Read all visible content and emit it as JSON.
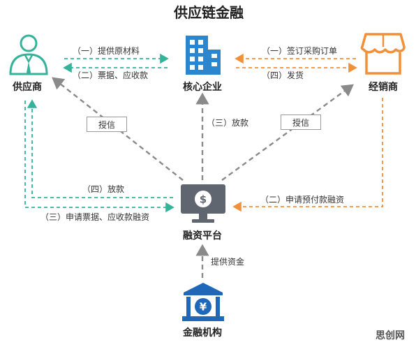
{
  "title": "供应链金融",
  "nodes": {
    "supplier": "供应商",
    "core": "核心企业",
    "distributor": "经销商",
    "platform": "融资平台",
    "bank": "金融机构"
  },
  "flows": {
    "supplier_to_core": "（一）提供原材料",
    "core_to_supplier": "（二）票据、应收款",
    "core_to_distributor_order": "（一）签订采购订单",
    "core_to_distributor_ship": "（四）发货",
    "platform_loan_core": "（三）放款",
    "platform_loan_supplier": "（四）放款",
    "supplier_apply": "（三）申请票据、应收款融资",
    "distributor_apply": "（二）申请预付款融资",
    "bank_funds": "提供资金"
  },
  "credit_tags": [
    "授信",
    "授信"
  ],
  "watermark": "思创网",
  "colors": {
    "supplier": "#34b39a",
    "core": "#2b86d0",
    "distributor": "#f0903a",
    "gray": "#8a8a8a",
    "platform": "#5f6670",
    "bank": "#1f67b8"
  },
  "icons": {
    "supplier": "person-icon",
    "core": "building-icon",
    "distributor": "shop-icon",
    "platform": "monitor-dollar-icon",
    "bank": "bank-yen-icon"
  }
}
